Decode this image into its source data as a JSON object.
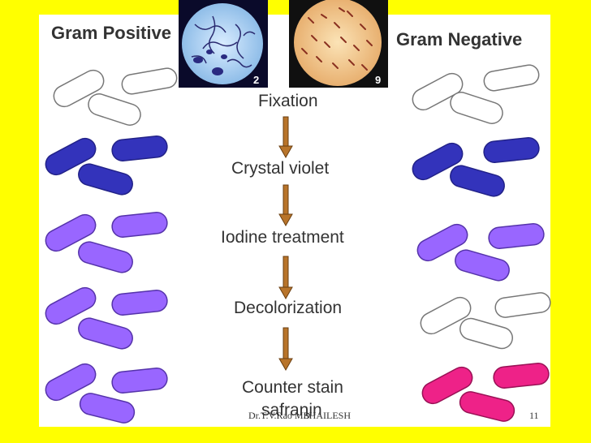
{
  "headings": {
    "gram_positive": "Gram Positive",
    "gram_negative": "Gram Negative"
  },
  "micrographs": [
    {
      "number": "2",
      "tone": "blue-purple rods/chains"
    },
    {
      "number": "9",
      "tone": "orange-pink rods"
    }
  ],
  "steps": [
    {
      "label": "Fixation"
    },
    {
      "label": "Crystal violet"
    },
    {
      "label": "Iodine treatment"
    },
    {
      "label": "Decolorization"
    },
    {
      "label": "Counter stain"
    },
    {
      "label": "safranin"
    }
  ],
  "stains": {
    "positive": [
      "unstained",
      "crystal violet",
      "purple",
      "purple",
      "purple"
    ],
    "negative": [
      "unstained",
      "crystal violet",
      "purple",
      "unstained",
      "pink"
    ]
  },
  "colors": {
    "background": "#ffff00",
    "unstained": "#ffffff",
    "crystal_violet": "#3333bb",
    "purple": "#9966ff",
    "pink": "#ee2288",
    "arrow": "#b8742a"
  },
  "footer": {
    "author": "Dr.T.V.Rao MD",
    "author_overlay": "SHAILESH",
    "page": "11"
  }
}
